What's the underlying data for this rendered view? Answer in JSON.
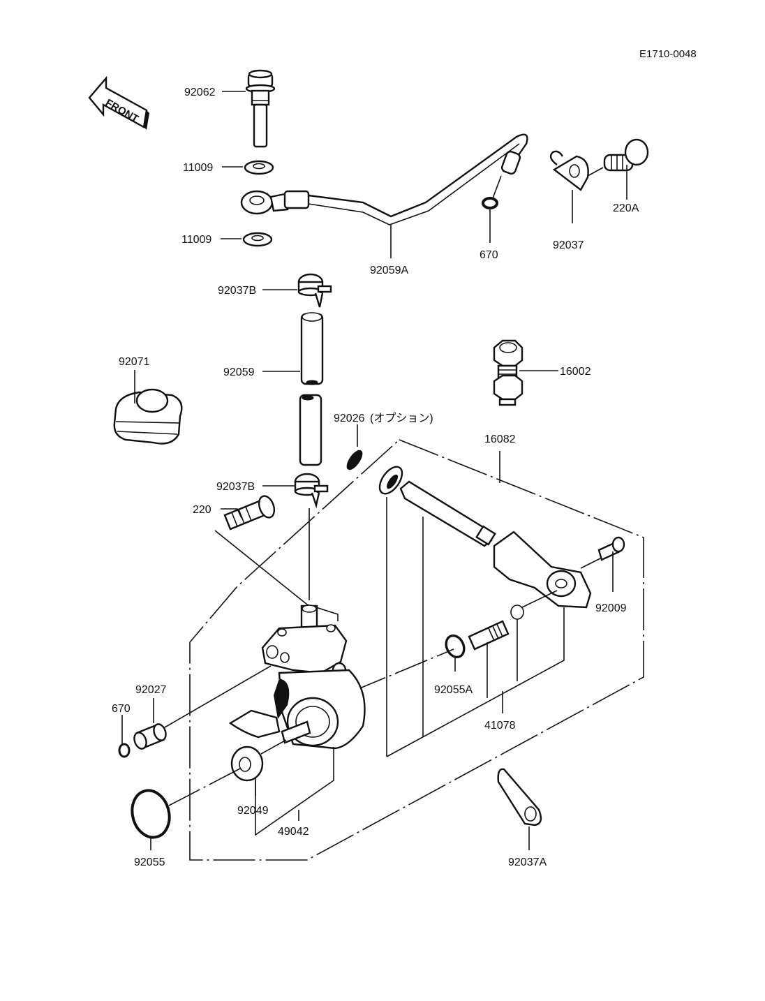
{
  "diagram": {
    "code": "E1710-0048",
    "front_label": "FRONT",
    "labels": {
      "p92062": "92062",
      "p11009_top": "11009",
      "p11009_bottom": "11009",
      "p92059A": "92059A",
      "p670_top": "670",
      "p92037": "92037",
      "p220A": "220A",
      "p92037B_top": "92037B",
      "p92059": "92059",
      "p92071": "92071",
      "p16002": "16002",
      "p92026": "92026",
      "p92026_note": "(オプション)",
      "p16082": "16082",
      "p92037B_bottom": "92037B",
      "p220": "220",
      "p92009": "92009",
      "p92027": "92027",
      "p670_bottom": "670",
      "p92055A": "92055A",
      "p41078": "41078",
      "p92049": "92049",
      "p49042": "49042",
      "p92055": "92055",
      "p92037A": "92037A"
    }
  }
}
